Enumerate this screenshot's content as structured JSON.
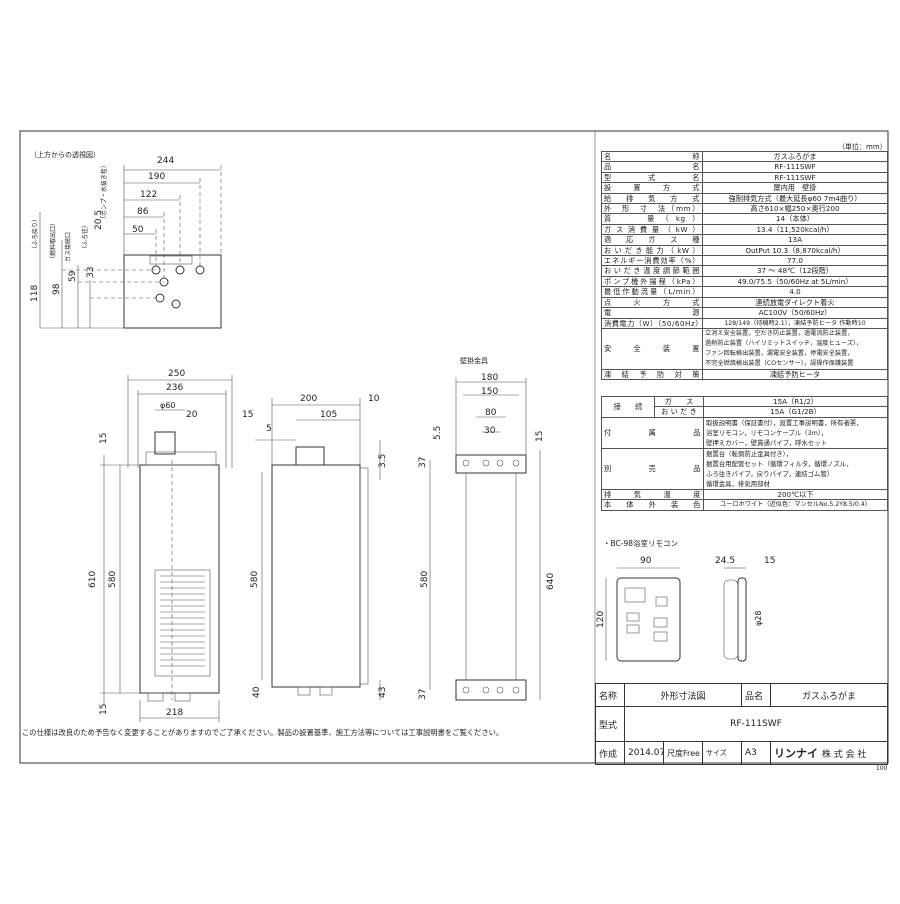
{
  "unit_label": "（単位：mm）",
  "top_view_label": "（上方からの透視図）",
  "wall_bracket_label": "壁掛金具",
  "remote_label": "・BC-98浴室リモコン",
  "footnote": "この仕様は改良のため予告なく変更することがありますのでご了承ください。製品の設置基準、施工方法等については工事説明書をご覧ください。",
  "corner_mark": "100",
  "top_view": {
    "widths": [
      "244",
      "190",
      "122",
      "86",
      "50",
      "20.5"
    ],
    "heights": [
      "118",
      "98",
      "59",
      "33"
    ],
    "side_labels": [
      "（ふろ戻り）",
      "（燃料取出口）",
      "ガス接続口",
      "（ふろ往）",
      "（ポンプ・水抜き栓）"
    ]
  },
  "front_view": {
    "dims": [
      "250",
      "236",
      "φ60",
      "20",
      "15",
      "610",
      "580",
      "15",
      "218"
    ]
  },
  "side_view": {
    "dims": [
      "200",
      "150",
      "105",
      "10",
      "15",
      "5",
      "3.5",
      "580",
      "40",
      "43"
    ]
  },
  "bracket_view": {
    "dims": [
      "180",
      "150",
      "80",
      "30",
      "5.5",
      "37",
      "640",
      "15",
      "37"
    ]
  },
  "remote_view": {
    "dims": [
      "90",
      "24.5",
      "15",
      "120",
      "φ28"
    ]
  },
  "spec_rows": [
    [
      "名　　　　称",
      "ガスふろがま"
    ],
    [
      "品　　　　名",
      "RF-111SWF"
    ],
    [
      "型　　式　　名",
      "RF-111SWF"
    ],
    [
      "設　置　方　式",
      "屋内用　壁掛"
    ],
    [
      "給　排　気　方　式",
      "強制排気方式（最大延長φ60 7m4曲り）"
    ],
    [
      "外　形　寸　法（mm）",
      "高さ610×幅250×奥行200"
    ],
    [
      "質　　量（kg）",
      "14（本体）"
    ],
    [
      "ガス消費量（kW）",
      "13.4（11,520kcal/h）"
    ],
    [
      "適　応　ガ　ス　種",
      "13A"
    ],
    [
      "おいだき能力（kW）",
      "OutPut 10.3（8,870kcal/h）"
    ],
    [
      "エネルギー消費効率（%）",
      "77.0"
    ],
    [
      "おいだき温度調節範囲",
      "37 ～ 48℃（12段階）"
    ],
    [
      "ポンプ機外揚程（kPa）",
      "49.0/75.5（50/60Hz at 5L/min）"
    ],
    [
      "最低作動流量（L/min）",
      "4.0"
    ],
    [
      "点　火　方　式",
      "連続放電ダイレクト着火"
    ],
    [
      "電　　　　源",
      "AC100V（50/60Hz）"
    ],
    [
      "消費電力（W）（50/60Hz）",
      "128/149（待機時2.1），凍結予防ヒータ 作動時10"
    ]
  ],
  "safety": {
    "label": "安　全　装　置",
    "lines": [
      "立消え安全装置，空だき防止装置，過電流防止装置，",
      "過熱防止装置（ハイリミットスイッチ，温度ヒューズ），",
      "ファン回転検出装置，漏電安全装置，停電安全装置，",
      "不完全燃焼検出装置（COセンサー），誤操作保護装置"
    ]
  },
  "freeze": [
    "凍結予防対策",
    "凍結予防ヒータ"
  ],
  "connection": {
    "label": "接　　続",
    "rows": [
      [
        "ガ　　ス",
        "15A（R1/2）"
      ],
      [
        "お い だ き",
        "15A（G1/2B）"
      ]
    ]
  },
  "accessories": {
    "label": "付　属　品",
    "lines": [
      "取扱説明書（保証書付），設置工事説明書，所有者票，",
      "浴室リモコン，リモコンケーブル（3m），",
      "壁押えカバー，壁貫通パイプ，呼水セット"
    ]
  },
  "options": {
    "label": "別　売　品",
    "lines": [
      "据置台（転倒防止金具付き），",
      "据置台用配管セット（循環フィルタ，循環ノズル，",
      "ふろ往きパイプ，戻りパイプ，連結ゴム管）",
      "循環金具，排気用部材"
    ]
  },
  "exhaust_temp": [
    "排　気　温　度",
    "200℃以下"
  ],
  "body_color": [
    "本　体　外　装　色",
    "ユーロホワイト（近似色：マンセルNo.5.2Y8.5/0.4）"
  ],
  "title_block": {
    "name_label": "名称",
    "name_value": "外形寸法図",
    "item_label": "品名",
    "item_value": "ガスふろがま",
    "model_label": "型式",
    "model_value": "RF-111SWF",
    "date_label": "作成",
    "date_value": "2014.07",
    "scale_label": "尺度",
    "scale_value": "Free",
    "size_label": "サイズ",
    "size_value": "A3",
    "company": "リンナイ",
    "company_suffix": "株 式 会 社"
  }
}
